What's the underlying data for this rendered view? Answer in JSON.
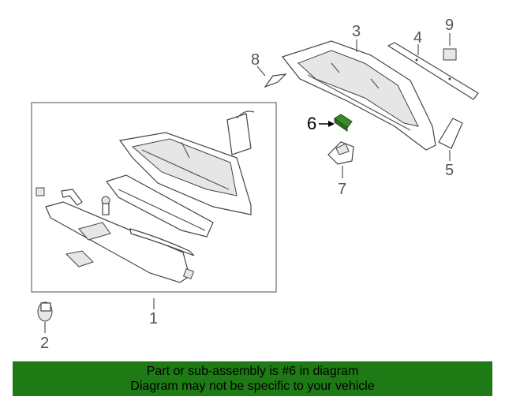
{
  "diagram": {
    "callouts": {
      "c1": "1",
      "c2": "2",
      "c3": "3",
      "c4": "4",
      "c5": "5",
      "c6": "6",
      "c7": "7",
      "c8": "8",
      "c9": "9"
    },
    "highlight_color": "#3a8a2a"
  },
  "banner": {
    "line1": "Part or sub-assembly is #6 in diagram",
    "line2": "Diagram may not be specific to your vehicle",
    "background": "#1e7a14"
  }
}
